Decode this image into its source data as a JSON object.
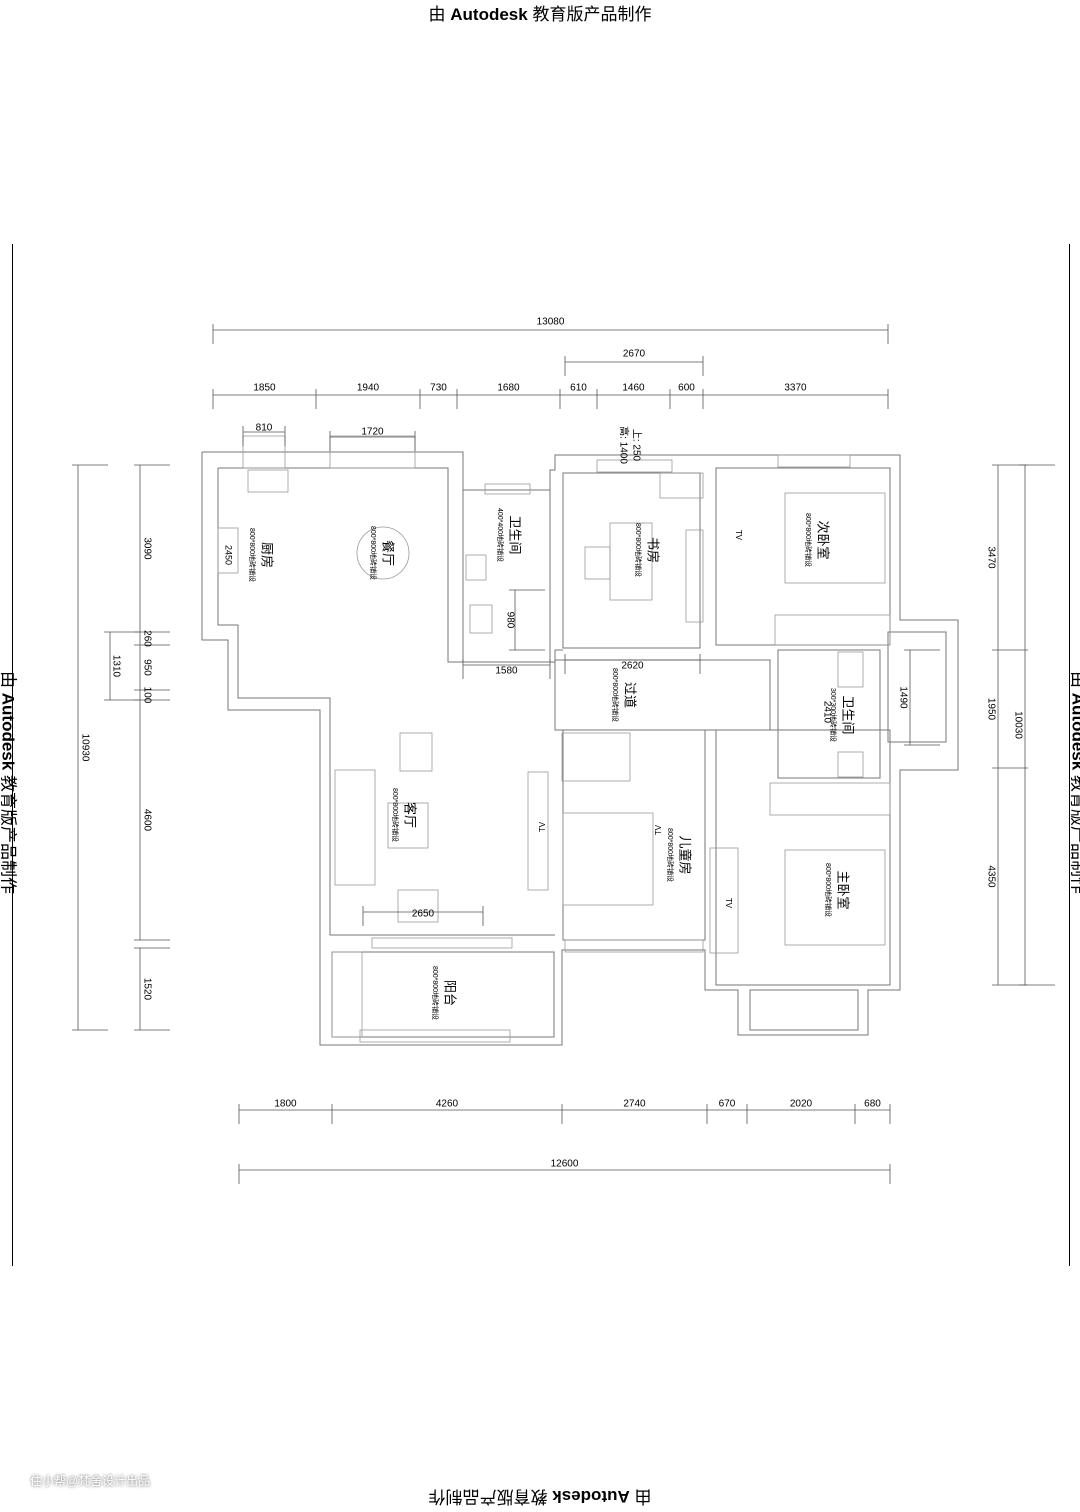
{
  "watermark": {
    "prefix": "由 ",
    "brand": "Autodesk",
    "suffix": " 教育版产品制作"
  },
  "credit": "住小帮@梵舍设计出品",
  "rooms": [
    {
      "name": "厨房",
      "floor": "800*800地砖铺设"
    },
    {
      "name": "餐厅",
      "floor": "800*800地砖铺设"
    },
    {
      "name": "卫生间",
      "floor": "400*400地砖铺设"
    },
    {
      "name": "书房",
      "floor": "800*800地砖铺设"
    },
    {
      "name": "次卧室",
      "floor": "800*800地砖铺设"
    },
    {
      "name": "过道",
      "floor": "800*800地砖铺设"
    },
    {
      "name": "卫生间",
      "floor": "300*300地砖铺设"
    },
    {
      "name": "客厅",
      "floor": "800*800地砖铺设"
    },
    {
      "name": "儿童房",
      "floor": "800*800地砖铺设"
    },
    {
      "name": "主卧室",
      "floor": "800*800地砖铺设"
    },
    {
      "name": "阳台",
      "floor": "800*800地砖铺设"
    }
  ],
  "window_note": {
    "line1": "上: 250",
    "line2": "高: 1400"
  },
  "tv_label": "TV",
  "dimensions": {
    "top_total": "13080",
    "top_mid": "2670",
    "top_row": [
      "1850",
      "1940",
      "730",
      "1680",
      "610",
      "1460",
      "600",
      "3370"
    ],
    "top_windows": [
      "810",
      "1720"
    ],
    "bottom_row": [
      "1800",
      "4260",
      "2740",
      "670",
      "2020",
      "680"
    ],
    "bottom_total": "12600",
    "left_row": [
      "3090",
      "260",
      "950",
      "100",
      "4600",
      "1520"
    ],
    "left_mid": "1310",
    "left_total": "10930",
    "right_row": [
      "3470",
      "1950",
      "4350"
    ],
    "right_total": "10030",
    "interior": [
      "2620",
      "1580",
      "980",
      "2650",
      "2410",
      "1490",
      "2450"
    ]
  }
}
